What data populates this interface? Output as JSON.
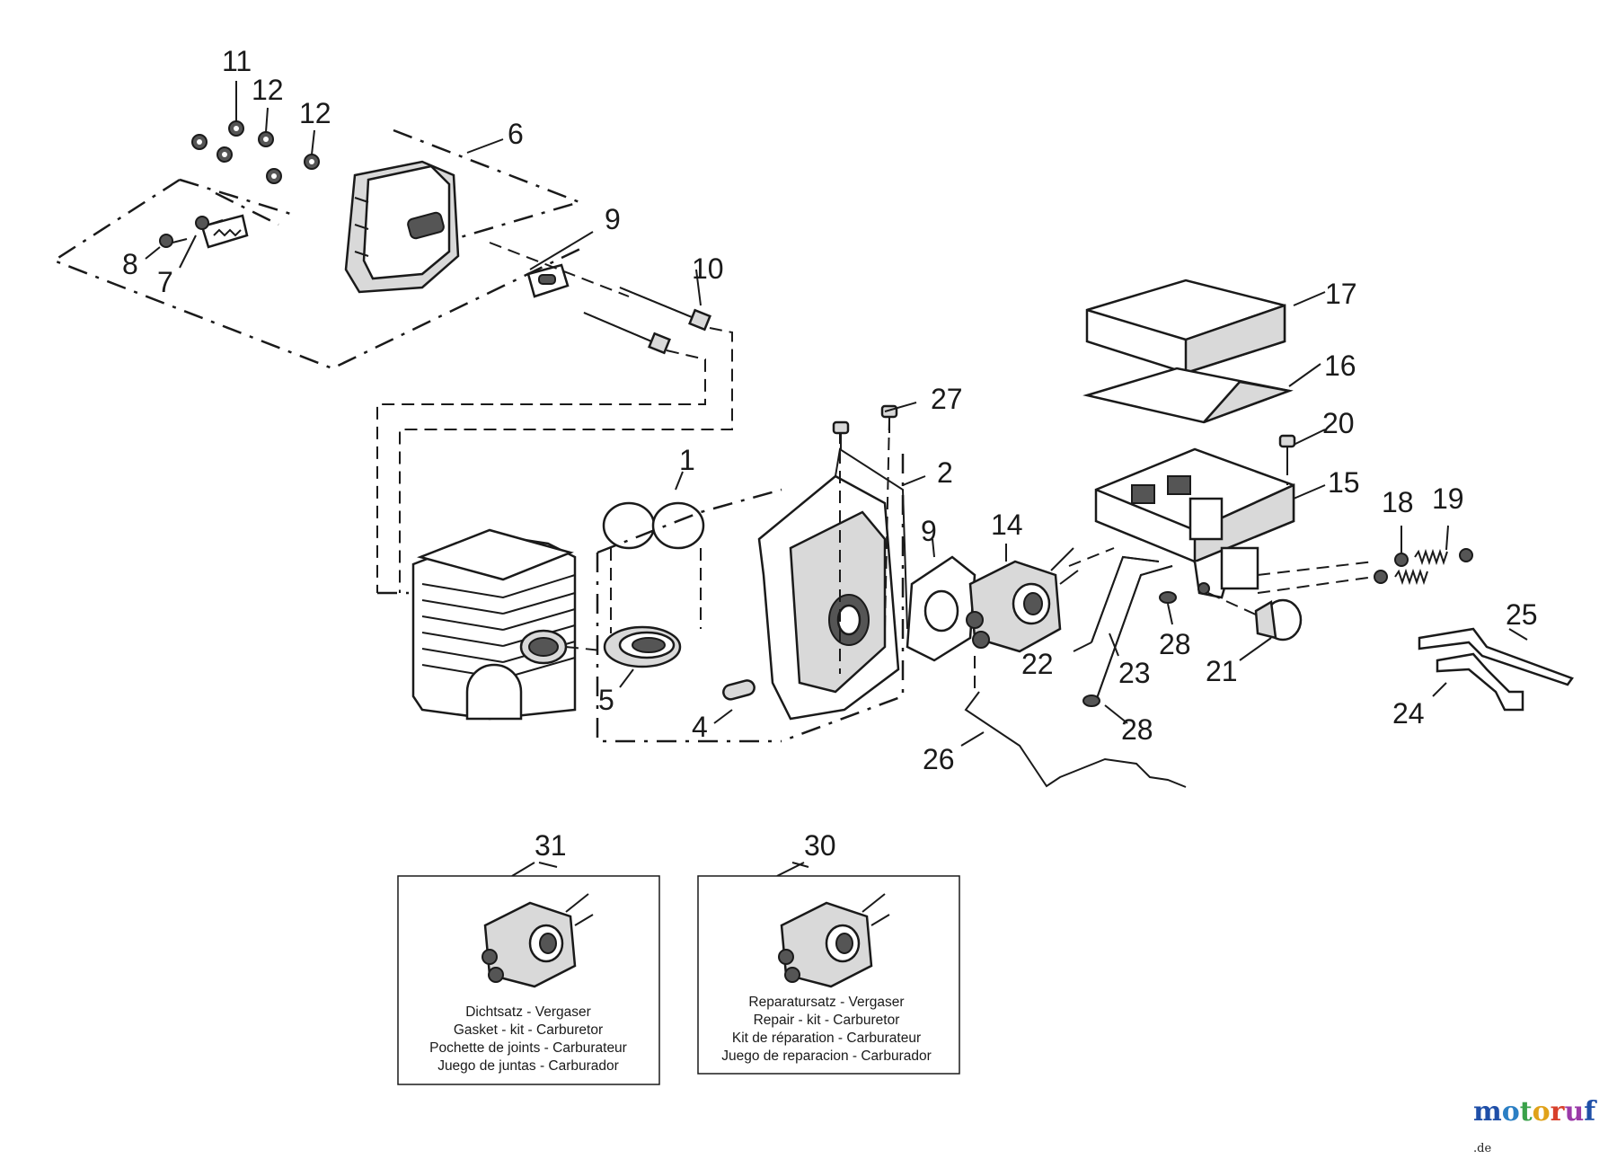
{
  "diagram": {
    "part_numbers": [
      "1",
      "2",
      "4",
      "5",
      "6",
      "7",
      "8",
      "9",
      "9",
      "10",
      "11",
      "12",
      "12",
      "14",
      "15",
      "16",
      "17",
      "18",
      "19",
      "20",
      "21",
      "22",
      "23",
      "24",
      "25",
      "26",
      "27",
      "28",
      "28"
    ],
    "kits": [
      {
        "number": "31",
        "lines": [
          "Dichtsatz - Vergaser",
          "Gasket - kit - Carburetor",
          "Pochette de joints - Carburateur",
          "Juego de juntas - Carburador"
        ]
      },
      {
        "number": "30",
        "lines": [
          "Reparatursatz - Vergaser",
          "Repair - kit - Carburetor",
          "Kit de réparation - Carburateur",
          "Juego de reparacion - Carburador"
        ]
      }
    ]
  },
  "watermark": {
    "letters": [
      "m",
      "o",
      "t",
      "o",
      "r",
      "u",
      "f"
    ],
    "domain": ".de",
    "colors": [
      "#1f4fa8",
      "#2b7fc4",
      "#3aa14a",
      "#e0a21a",
      "#d8402b",
      "#9b3aa8",
      "#1f4fa8"
    ]
  }
}
